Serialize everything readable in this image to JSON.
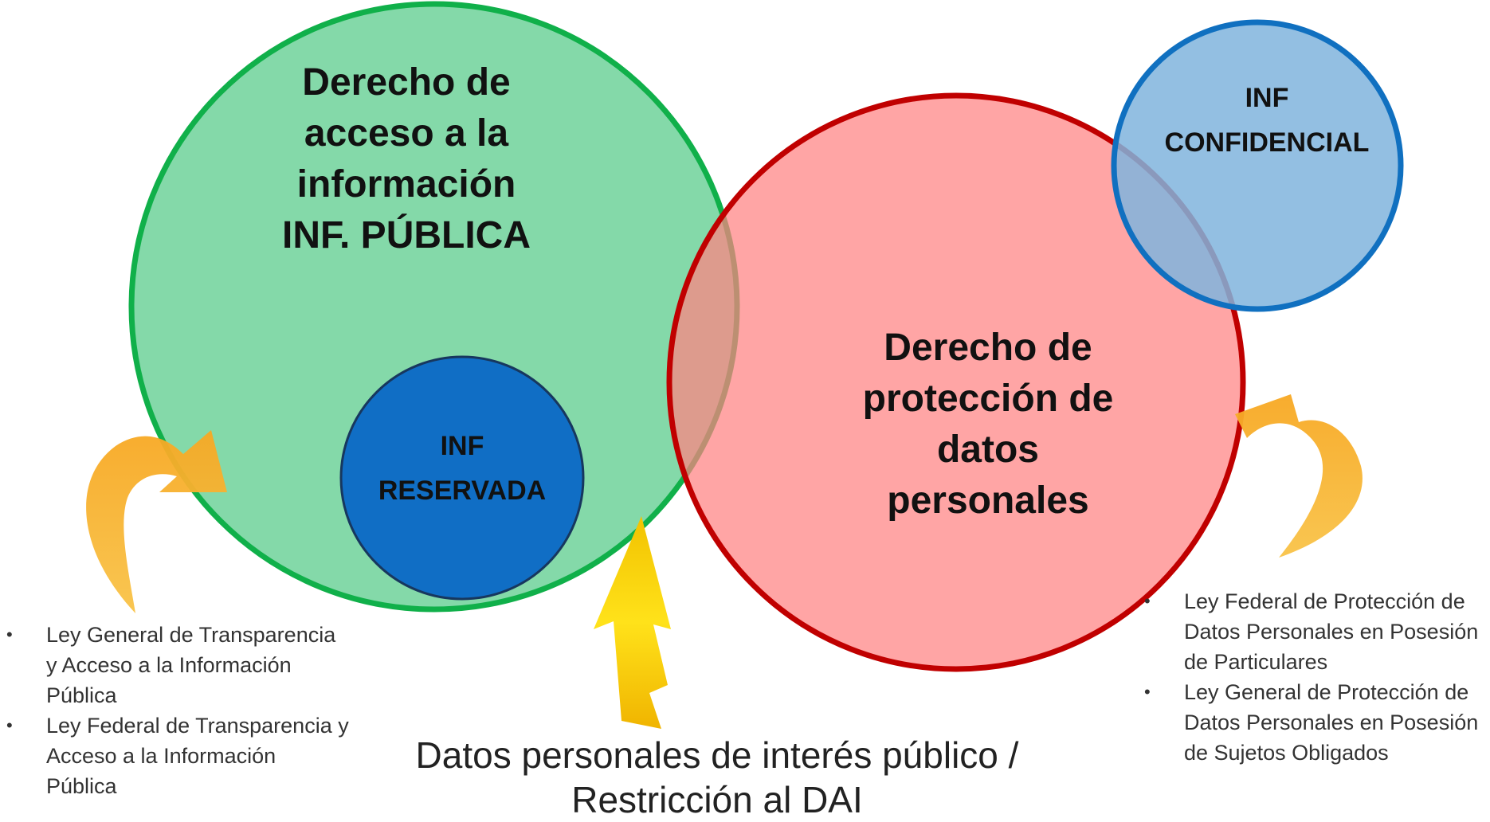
{
  "circles": {
    "green": {
      "label": "Derecho de\nacceso a la\ninformación\nINF. PÚBLICA",
      "fill": "#84d9a9",
      "stroke": "#10b04a"
    },
    "red": {
      "label": "Derecho de\nprotección de\ndatos\npersonales",
      "fill": "#ff8282",
      "stroke": "#c00000"
    },
    "reserved": {
      "label": "INF\nRESERVADA",
      "fill": "#106ec5",
      "stroke": "#17375e"
    },
    "confidential": {
      "label": "INF\nCONFIDENCIAL",
      "fill": "#80b4dd",
      "stroke": "#1070c0"
    }
  },
  "arrows": {
    "color": "#f7b532",
    "center_color": "#f5d000",
    "left": "curved-arrow-icon",
    "right": "curved-arrow-icon",
    "center": "up-arrow-icon"
  },
  "left_laws": [
    "Ley General de Transparencia y Acceso a la Información Pública",
    "Ley Federal de Transparencia y Acceso a la Información Pública"
  ],
  "right_laws": [
    "Ley Federal de Protección de Datos Personales en Posesión de Particulares",
    "Ley General de Protección de Datos Personales en Posesión de Sujetos Obligados"
  ],
  "caption": "Datos personales de interés público /\nRestricción al DAI"
}
